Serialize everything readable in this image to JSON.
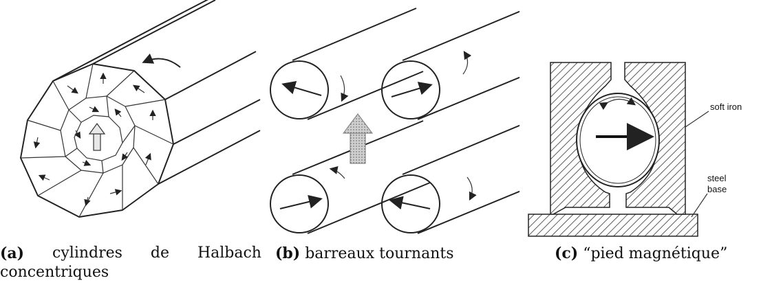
{
  "panels": [
    {
      "id": "a",
      "caption_tag": "(a)",
      "caption_text": "cylindres de Halbach concentriques",
      "caption_line1_words": [
        "cylindres",
        "de",
        "Halbach"
      ],
      "caption_line2": "concentriques"
    },
    {
      "id": "b",
      "caption_tag": "(b)",
      "caption_text": "barreaux tournants"
    },
    {
      "id": "c",
      "caption_tag": "(c)",
      "caption_text": "“pied magnétique”",
      "labels": {
        "soft_iron": "soft iron",
        "steel": "steel",
        "base": "base"
      }
    }
  ]
}
